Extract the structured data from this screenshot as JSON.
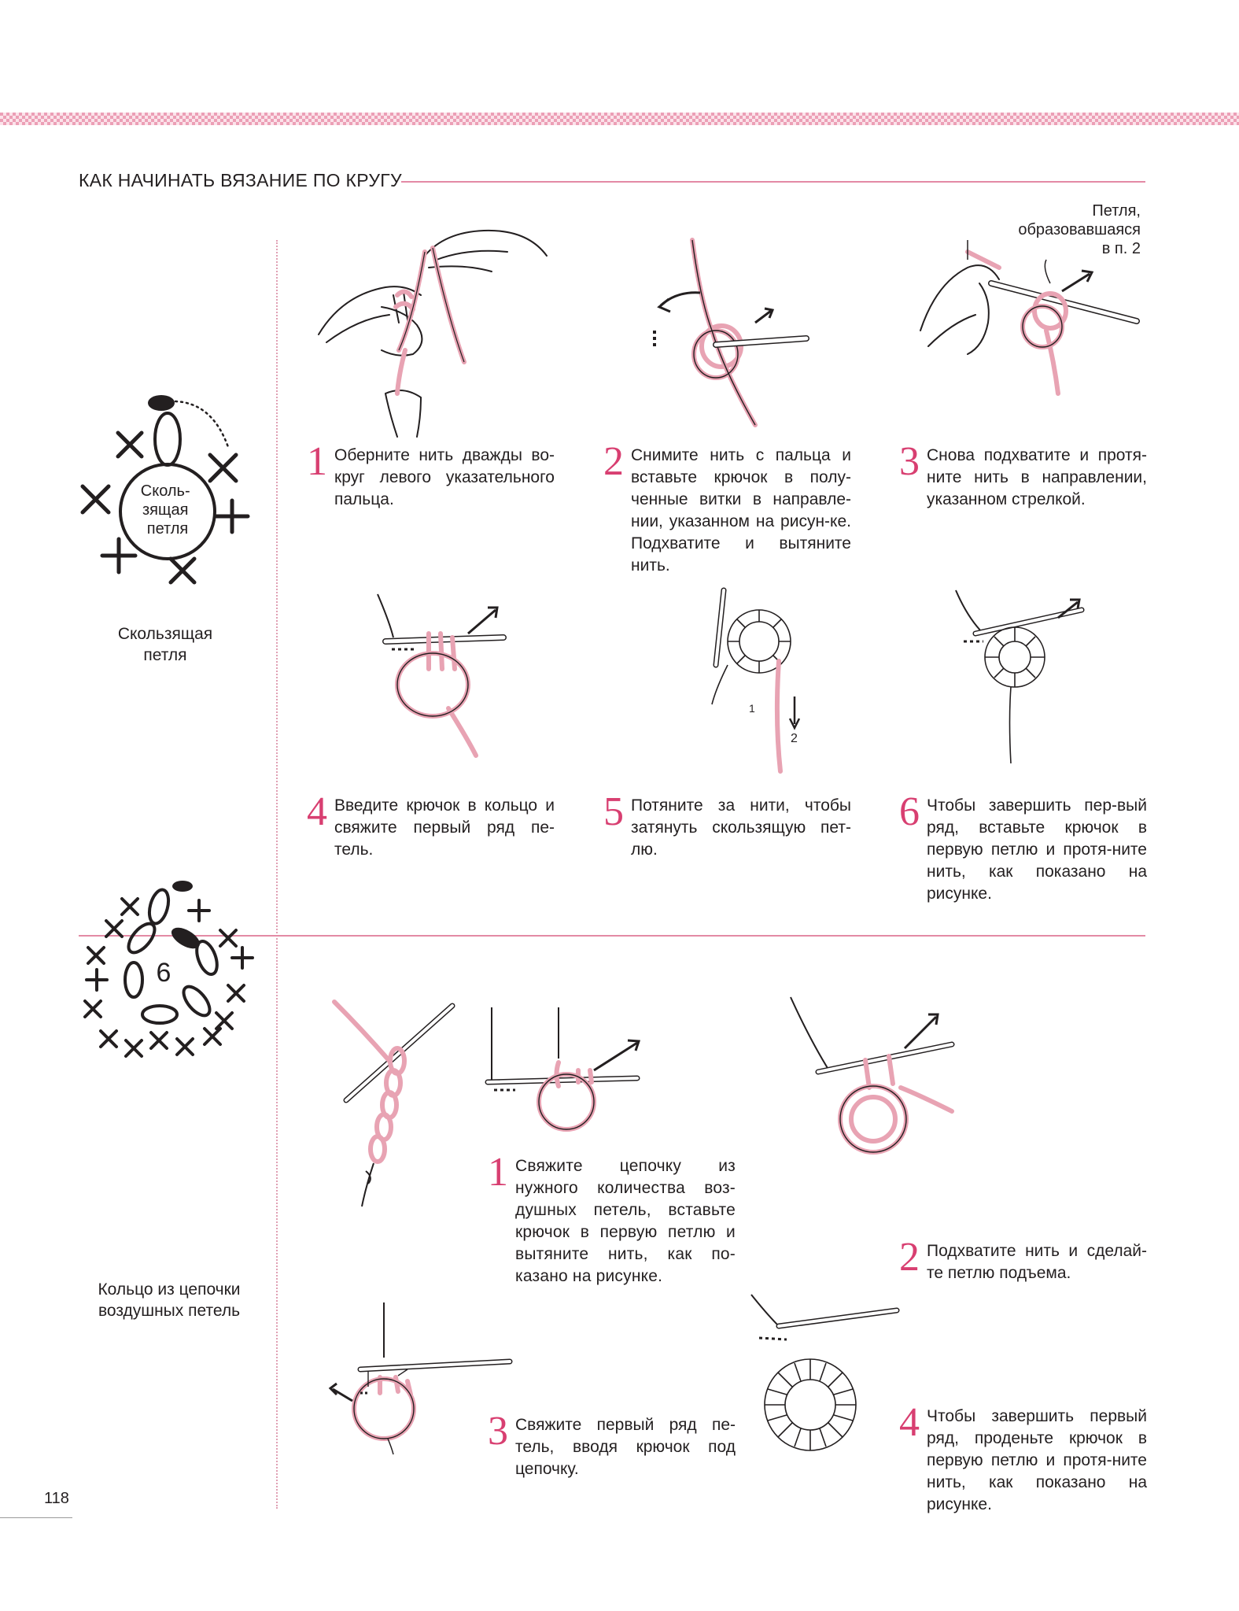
{
  "section_title": "КАК НАЧИНАТЬ ВЯЗАНИЕ ПО КРУГУ",
  "colors": {
    "accent": "#d83f71",
    "rule": "#e38aa5",
    "yarn": "#e8a3b3",
    "text": "#231f20"
  },
  "slip_loop": {
    "diagram_label": "Сколь-\nзящая\nпетля",
    "caption": "Скользящая\nпетля",
    "callout": "Петля,\nобразовавшаяся\nв п. 2",
    "steps": [
      {
        "num": "1",
        "text": "Оберните нить дважды во-круг левого указательного пальца."
      },
      {
        "num": "2",
        "text": "Снимите нить с пальца и вставьте крючок в полу-ченные витки в направле-нии, указанном на рисун-ке. Подхватите и вытяните нить."
      },
      {
        "num": "3",
        "text": "Снова подхватите и протя-ните нить в направлении, указанном стрелкой."
      },
      {
        "num": "4",
        "text": "Введите крючок в кольцо и свяжите первый ряд пе-тель."
      },
      {
        "num": "5",
        "text": "Потяните за нити, чтобы затянуть скользящую пет-лю."
      },
      {
        "num": "6",
        "text": "Чтобы завершить пер-вый ряд, вставьте крючок в первую петлю и протя-ните нить, как показано на рисунке."
      }
    ],
    "pull_labels": [
      "1",
      "2"
    ]
  },
  "chain_ring": {
    "diagram_number": "6",
    "caption": "Кольцо из цепочки\nвоздушных петель",
    "steps": [
      {
        "num": "1",
        "text": "Свяжите цепочку из нужного количества воз-душных петель, вставьте крючок в первую петлю и вытяните нить, как по-казано на рисунке."
      },
      {
        "num": "2",
        "text": "Подхватите нить и сделай-те петлю подъема."
      },
      {
        "num": "3",
        "text": "Свяжите первый ряд пе-тель, вводя крючок под цепочку."
      },
      {
        "num": "4",
        "text": "Чтобы завершить первый ряд, проденьте крючок в первую петлю и протя-ните нить, как показано на рисунке."
      }
    ]
  },
  "page_number": "118"
}
